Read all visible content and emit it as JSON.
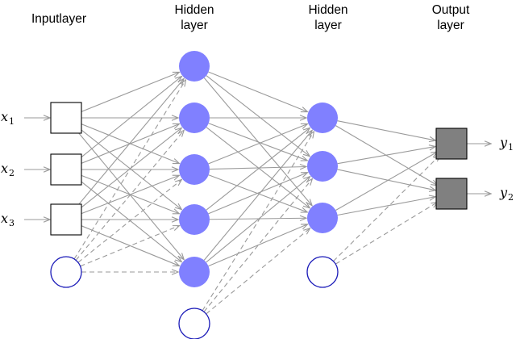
{
  "layers": [
    {
      "id": "input",
      "title": [
        "Inputlayer"
      ]
    },
    {
      "id": "hidden1",
      "title": [
        "Hidden",
        "layer"
      ]
    },
    {
      "id": "hidden2",
      "title": [
        "Hidden",
        "layer"
      ]
    },
    {
      "id": "output",
      "title": [
        "Output",
        "layer"
      ]
    }
  ],
  "inputs": [
    {
      "label": "x",
      "sub": "1"
    },
    {
      "label": "x",
      "sub": "2"
    },
    {
      "label": "x",
      "sub": "3"
    }
  ],
  "outputs": [
    {
      "label": "y",
      "sub": "1"
    },
    {
      "label": "y",
      "sub": "2"
    }
  ],
  "colors": {
    "hidden_fill": "#8080ff",
    "bias_stroke": "#1a1ab8",
    "output_fill": "#808080",
    "edge": "#9a9a9a",
    "node_stroke": "#000000"
  }
}
